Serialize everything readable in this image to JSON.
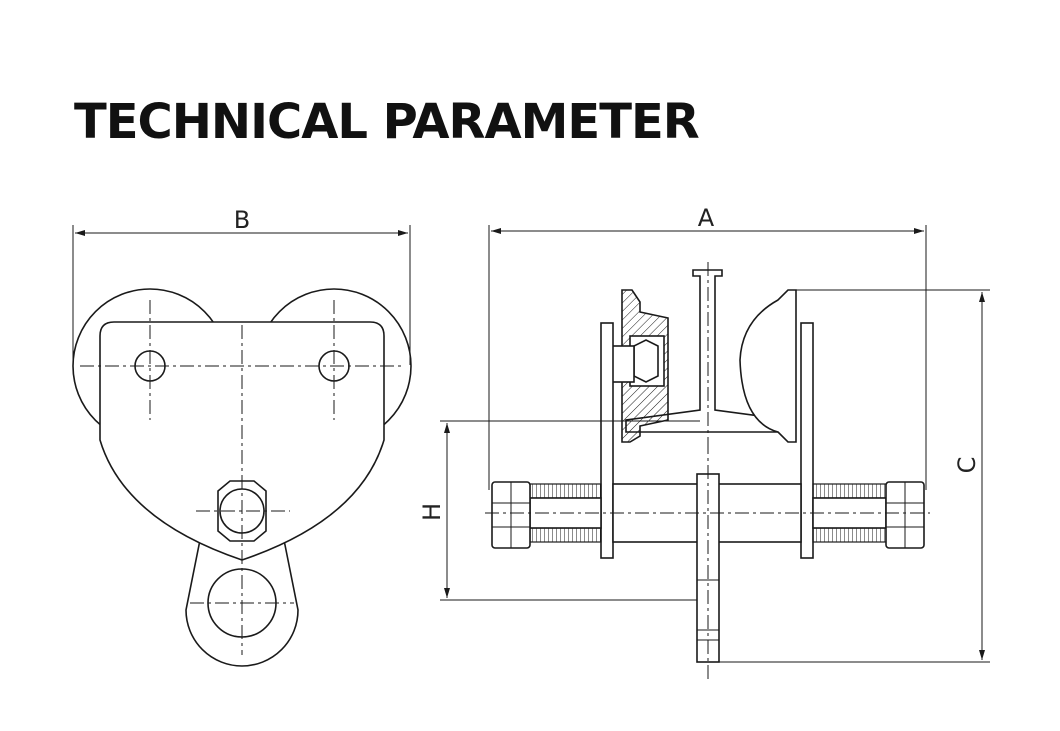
{
  "title": "TECHNICAL PARAMETER",
  "dimensions": {
    "a": "A",
    "b": "B",
    "c": "C",
    "h": "H"
  },
  "views": {
    "left": "side-view",
    "right": "front-view"
  }
}
